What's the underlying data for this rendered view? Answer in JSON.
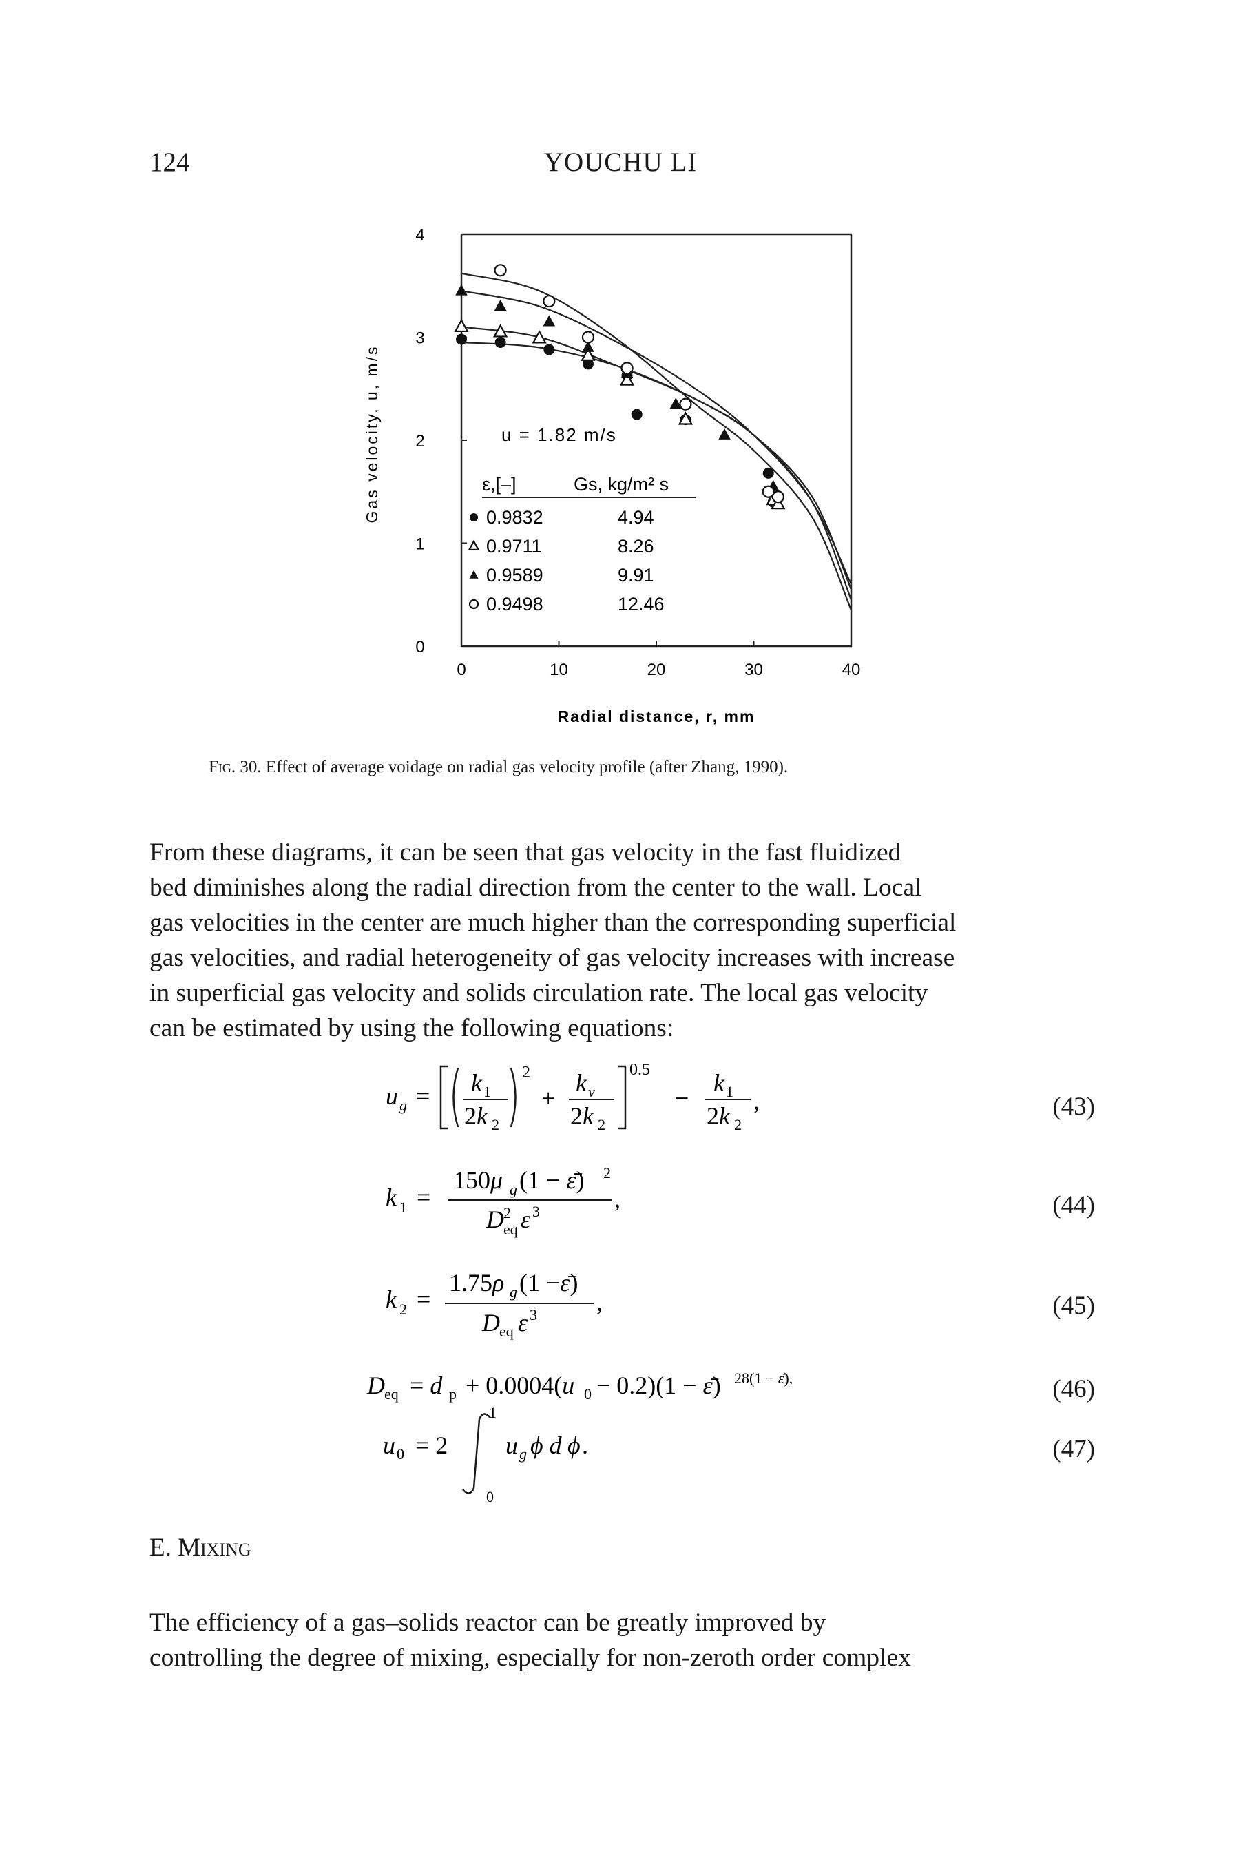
{
  "header": {
    "page_number": "124",
    "running_title": "YOUCHU LI"
  },
  "figure": {
    "caption_label": "Fig. 30.",
    "caption_text": "Effect of average voidage on radial gas velocity profile (after Zhang, 1990).",
    "annotation": "u = 1.82 m/s",
    "legend_header_1": "ε,[–]",
    "legend_header_2": "Gs, kg/m² s",
    "legend_rows": [
      {
        "marker": "filled-circle",
        "voidage": "0.9832",
        "gs": "4.94"
      },
      {
        "marker": "open-triangle",
        "voidage": "0.9711",
        "gs": "8.26"
      },
      {
        "marker": "filled-triangle",
        "voidage": "0.9589",
        "gs": "9.91"
      },
      {
        "marker": "open-circle",
        "voidage": "0.9498",
        "gs": "12.46"
      }
    ]
  },
  "chart_data": {
    "type": "scatter",
    "title": "",
    "xlabel": "Radial distance, r, mm",
    "ylabel": "Gas velocity, u, m/s",
    "xlim": [
      0,
      40
    ],
    "ylim": [
      0,
      4
    ],
    "x_ticks": [
      "0",
      "10",
      "20",
      "30",
      "40"
    ],
    "y_ticks": [
      "0",
      "1",
      "2",
      "3",
      "4"
    ],
    "grid": false,
    "series": [
      {
        "name": "0.9832",
        "marker": "filled-circle",
        "points": [
          [
            0,
            2.98
          ],
          [
            4,
            2.95
          ],
          [
            9,
            2.88
          ],
          [
            13,
            2.74
          ],
          [
            17,
            2.63
          ],
          [
            18,
            2.25
          ],
          [
            23,
            2.2
          ],
          [
            31.5,
            1.68
          ],
          [
            32,
            1.4
          ]
        ],
        "curve": [
          [
            0,
            2.95
          ],
          [
            8,
            2.9
          ],
          [
            16,
            2.72
          ],
          [
            24,
            2.4
          ],
          [
            30,
            2.05
          ],
          [
            36,
            1.4
          ],
          [
            40,
            0.45
          ]
        ]
      },
      {
        "name": "0.9711",
        "marker": "open-triangle",
        "points": [
          [
            0,
            3.1
          ],
          [
            4,
            3.05
          ],
          [
            8,
            2.99
          ],
          [
            13,
            2.82
          ],
          [
            17,
            2.58
          ],
          [
            23,
            2.2
          ],
          [
            32,
            1.42
          ],
          [
            32.5,
            1.38
          ]
        ],
        "curve": [
          [
            0,
            3.1
          ],
          [
            8,
            3.0
          ],
          [
            16,
            2.72
          ],
          [
            24,
            2.4
          ],
          [
            30,
            2.05
          ],
          [
            36,
            1.45
          ],
          [
            40,
            0.55
          ]
        ]
      },
      {
        "name": "0.9589",
        "marker": "filled-triangle",
        "points": [
          [
            0,
            3.45
          ],
          [
            4,
            3.3
          ],
          [
            9,
            3.15
          ],
          [
            13,
            2.9
          ],
          [
            17,
            2.65
          ],
          [
            22,
            2.35
          ],
          [
            27,
            2.05
          ],
          [
            32,
            1.55
          ]
        ],
        "curve": [
          [
            0,
            3.45
          ],
          [
            8,
            3.3
          ],
          [
            16,
            2.95
          ],
          [
            24,
            2.5
          ],
          [
            30,
            2.05
          ],
          [
            36,
            1.4
          ],
          [
            40,
            0.6
          ]
        ]
      },
      {
        "name": "0.9498",
        "marker": "open-circle",
        "points": [
          [
            4,
            3.65
          ],
          [
            9,
            3.35
          ],
          [
            13,
            3.0
          ],
          [
            17,
            2.7
          ],
          [
            23,
            2.35
          ],
          [
            31.5,
            1.5
          ],
          [
            32.5,
            1.45
          ]
        ],
        "curve": [
          [
            0,
            3.62
          ],
          [
            8,
            3.45
          ],
          [
            16,
            2.98
          ],
          [
            24,
            2.35
          ],
          [
            30,
            1.9
          ],
          [
            36,
            1.25
          ],
          [
            40,
            0.35
          ]
        ]
      }
    ]
  },
  "body": {
    "paragraph_lines": [
      "From these diagrams, it can be seen that gas velocity in the fast fluidized",
      "bed diminishes along the radial direction from the center to the wall. Local",
      "gas velocities in the center are much higher than the corresponding superficial",
      "gas velocities, and radial heterogeneity of gas velocity increases with increase",
      "in superficial gas velocity and solids circulation rate. The local gas velocity",
      "can be estimated by using the following equations:"
    ],
    "equation_numbers": [
      "(43)",
      "(44)",
      "(45)",
      "(46)",
      "(47)"
    ],
    "section_heading": "E. Mixing",
    "paragraph2_lines": [
      "The efficiency of a gas–solids reactor can be greatly improved by",
      "controlling the degree of mixing, especially for non-zeroth order complex"
    ]
  }
}
